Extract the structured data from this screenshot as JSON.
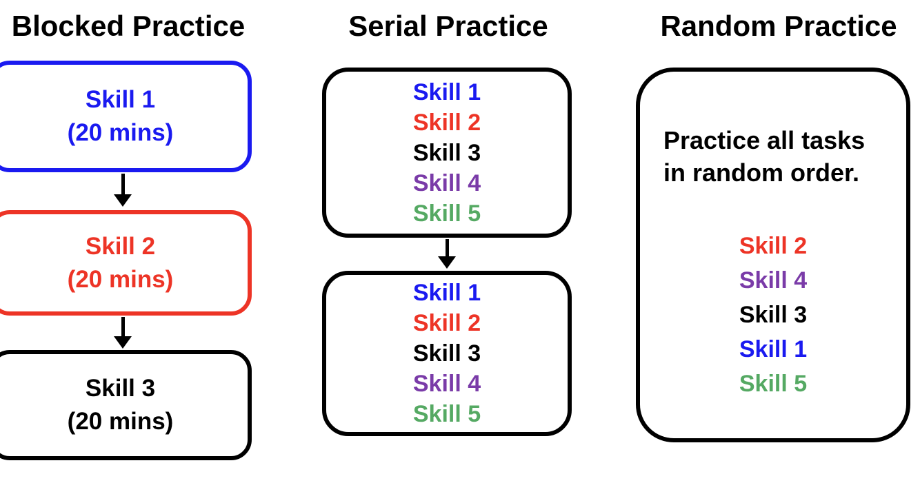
{
  "colors": {
    "blue": "#1A1AF0",
    "red": "#ED3426",
    "black": "#000000",
    "purple": "#7A3BA8",
    "green": "#55A963"
  },
  "columns": [
    {
      "title": "Blocked Practice",
      "boxes": [
        {
          "border_color": "blue",
          "lines": [
            {
              "text": "Skill 1",
              "color": "blue"
            },
            {
              "text": "(20 mins)",
              "color": "blue"
            }
          ]
        },
        {
          "border_color": "red",
          "lines": [
            {
              "text": "Skill 2",
              "color": "red"
            },
            {
              "text": "(20 mins)",
              "color": "red"
            }
          ]
        },
        {
          "border_color": "black",
          "lines": [
            {
              "text": "Skill 3",
              "color": "black"
            },
            {
              "text": "(20 mins)",
              "color": "black"
            }
          ]
        }
      ]
    },
    {
      "title": "Serial Practice",
      "boxes": [
        {
          "border_color": "black",
          "lines": [
            {
              "text": "Skill 1",
              "color": "blue"
            },
            {
              "text": "Skill 2",
              "color": "red"
            },
            {
              "text": "Skill 3",
              "color": "black"
            },
            {
              "text": "Skill 4",
              "color": "purple"
            },
            {
              "text": "Skill 5",
              "color": "green"
            }
          ]
        },
        {
          "border_color": "black",
          "lines": [
            {
              "text": "Skill 1",
              "color": "blue"
            },
            {
              "text": "Skill 2",
              "color": "red"
            },
            {
              "text": "Skill 3",
              "color": "black"
            },
            {
              "text": "Skill 4",
              "color": "purple"
            },
            {
              "text": "Skill 5",
              "color": "green"
            }
          ]
        }
      ]
    },
    {
      "title": "Random Practice",
      "box": {
        "border_color": "black",
        "description_lines": [
          "Practice all tasks",
          "in random order."
        ],
        "lines": [
          {
            "text": "Skill 2",
            "color": "red"
          },
          {
            "text": "Skill 4",
            "color": "purple"
          },
          {
            "text": "Skill 3",
            "color": "black"
          },
          {
            "text": "Skill 1",
            "color": "blue"
          },
          {
            "text": "Skill 5",
            "color": "green"
          }
        ]
      }
    }
  ]
}
